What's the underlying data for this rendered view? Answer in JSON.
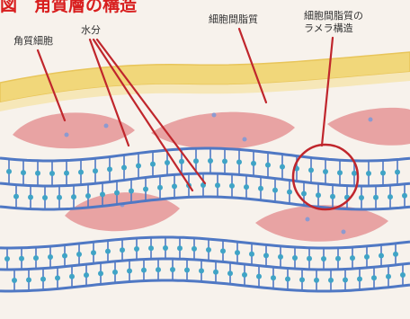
{
  "title": "図　角質層の構造",
  "labels": {
    "corneocyte": "角質細胞",
    "water": "水分",
    "intercellular_lipid": "細胞間脂質",
    "lamellar_line1": "細胞間脂質の",
    "lamellar_line2": "ラメラ構造"
  },
  "colors": {
    "title": "#d81e1e",
    "leader": "#c0262c",
    "cell_fill": "#e8a3a3",
    "cell_dot": "#8c9ad0",
    "lipid_layer": "#f1d77a",
    "lamella_line": "#4f78c4",
    "lamella_head": "#3fa4c6",
    "background": "#f7f2ec"
  },
  "icons": {
    "corneocyte": "pink-lens-cell-shape",
    "lamellar": "blue-double-line-with-lipid-heads",
    "highlight": "red-circle-outline"
  }
}
